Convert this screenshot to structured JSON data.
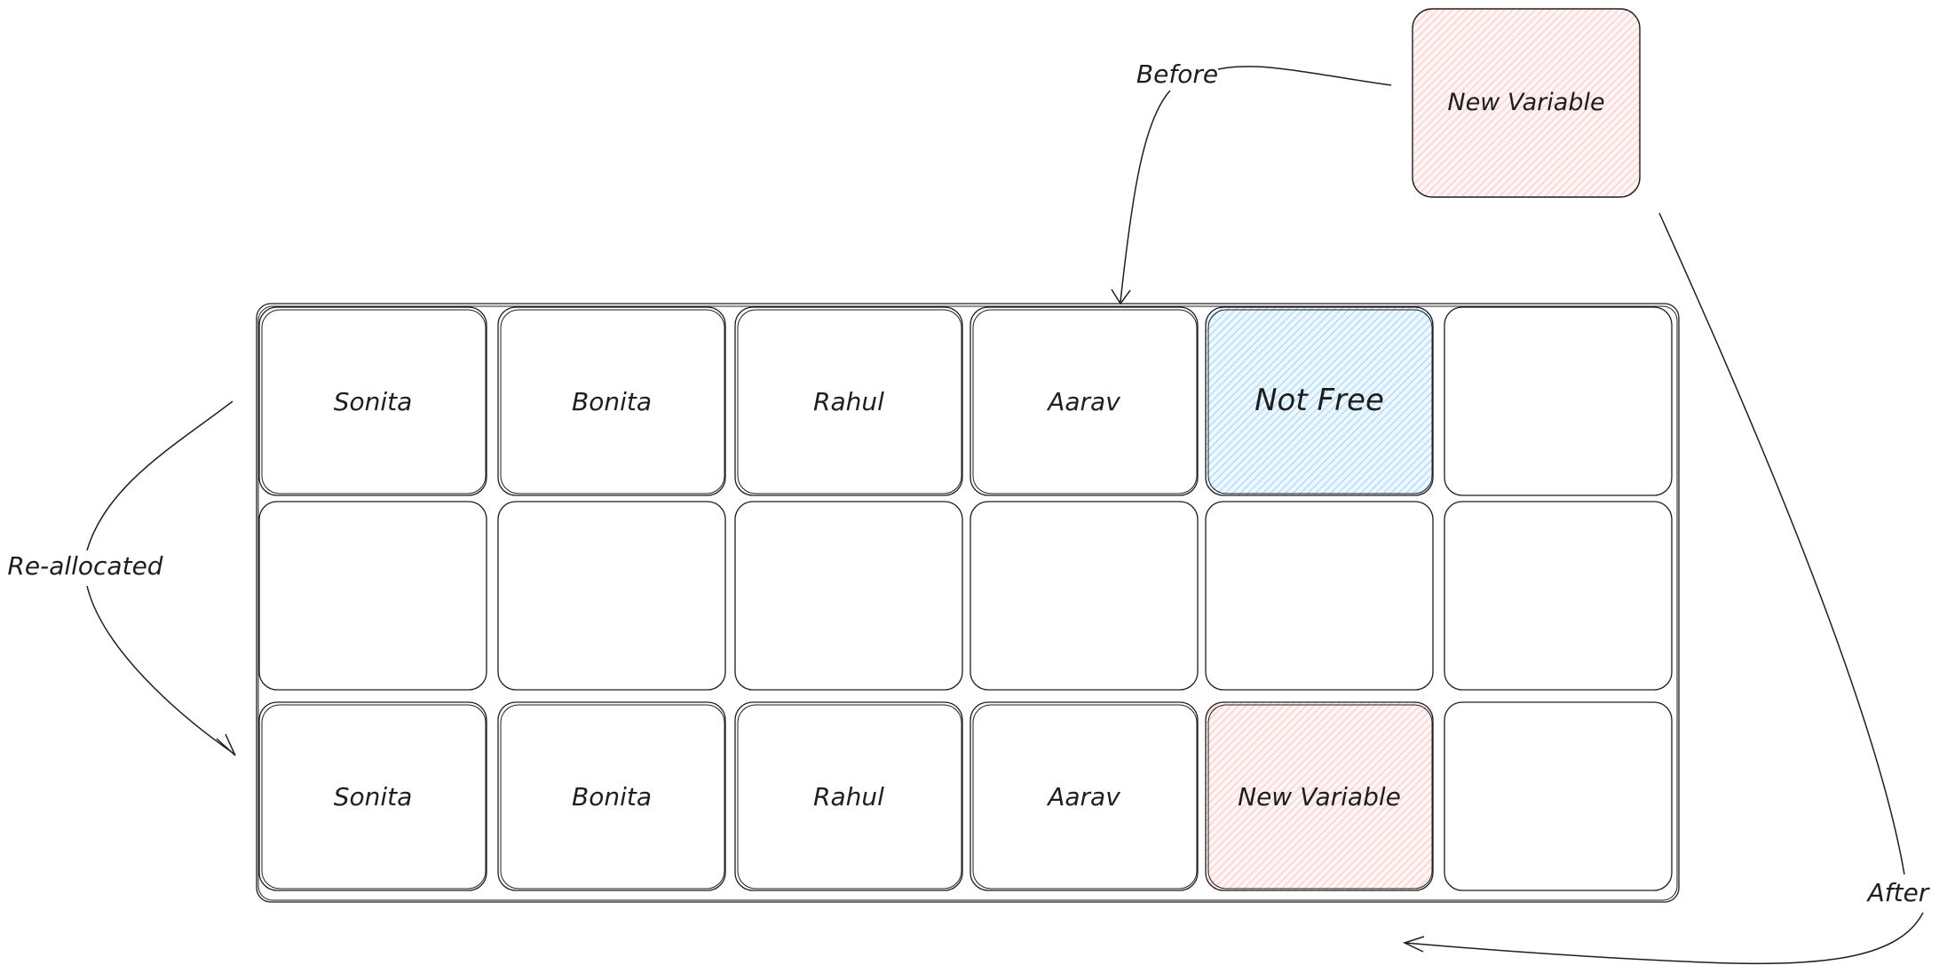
{
  "diagram": {
    "labels": {
      "before": "Before",
      "after": "After",
      "reallocated": "Re-allocated"
    },
    "new_variable_box": {
      "label": "New Variable",
      "fill": "#ffc9c9"
    },
    "memory_grid": {
      "rows": [
        {
          "cells": [
            {
              "label": "Sonita"
            },
            {
              "label": "Bonita"
            },
            {
              "label": "Rahul"
            },
            {
              "label": "Aarav"
            },
            {
              "label": "Not Free",
              "fill": "#a5d8ff"
            },
            {
              "label": ""
            }
          ]
        },
        {
          "cells": [
            {
              "label": ""
            },
            {
              "label": ""
            },
            {
              "label": ""
            },
            {
              "label": ""
            },
            {
              "label": ""
            },
            {
              "label": ""
            }
          ]
        },
        {
          "cells": [
            {
              "label": "Sonita"
            },
            {
              "label": "Bonita"
            },
            {
              "label": "Rahul"
            },
            {
              "label": "Aarav"
            },
            {
              "label": "New Variable",
              "fill": "#ffc9c9"
            },
            {
              "label": ""
            }
          ]
        }
      ]
    },
    "colors": {
      "stroke": "#1e1e1e",
      "pink": "#ffc9c9",
      "blue": "#a5d8ff"
    }
  }
}
